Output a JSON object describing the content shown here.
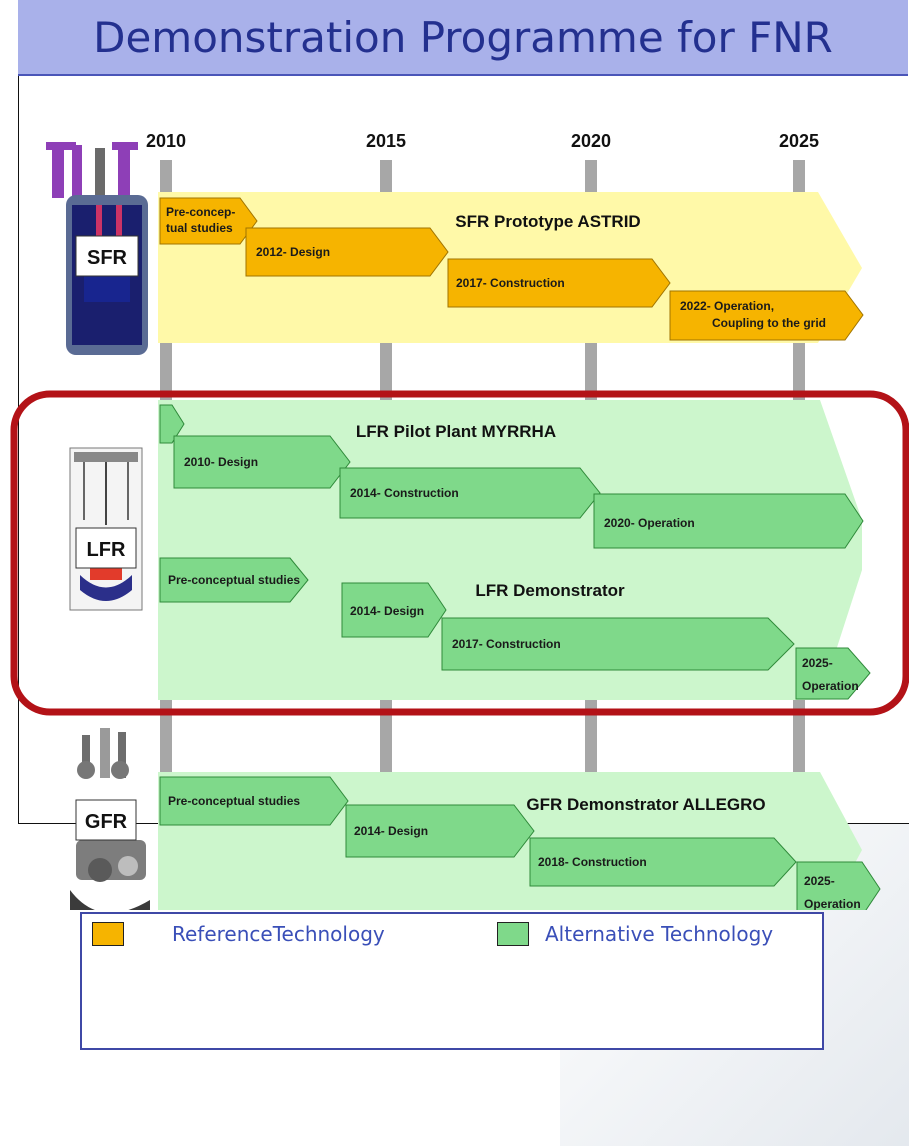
{
  "title": "Demonstration Programme for FNR",
  "years": [
    "2010",
    "2015",
    "2020",
    "2025"
  ],
  "reactors": {
    "sfr": {
      "tag": "SFR",
      "programme": "SFR Prototype ASTRID"
    },
    "lfr": {
      "tag": "LFR",
      "programme_1": "LFR Pilot Plant MYRRHA",
      "programme_2": "LFR Demonstrator"
    },
    "gfr": {
      "tag": "GFR",
      "programme": "GFR Demonstrator ALLEGRO"
    }
  },
  "phases": {
    "sfr": [
      "Pre-concep-",
      "tual studies",
      "2012- Design",
      "2017- Construction",
      "2022- Operation,",
      "Coupling to the grid"
    ],
    "myrrha": [
      "2010- Design",
      "2014- Construction",
      "2020- Operation"
    ],
    "lfr_demo": [
      "Pre-conceptual studies",
      "2014- Design",
      "2017- Construction",
      "2025-",
      "Operation"
    ],
    "gfr": [
      "Pre-conceptual studies",
      "2014- Design",
      "2018- Construction",
      "2025-",
      "Operation"
    ]
  },
  "legend": {
    "reference": {
      "label": "ReferenceTechnology",
      "color": "#f6b400"
    },
    "alternative": {
      "label": "Alternative Technology",
      "color": "#7fd98a"
    }
  },
  "colors": {
    "sfr_band": "#fff9a8",
    "green_band": "#ccf6cc",
    "highlight": "#b31217",
    "title_bg": "#a9b1ea",
    "title_text": "#23308f"
  },
  "icons": [
    "sfr-reactor-icon",
    "lfr-reactor-icon",
    "gfr-reactor-icon"
  ]
}
